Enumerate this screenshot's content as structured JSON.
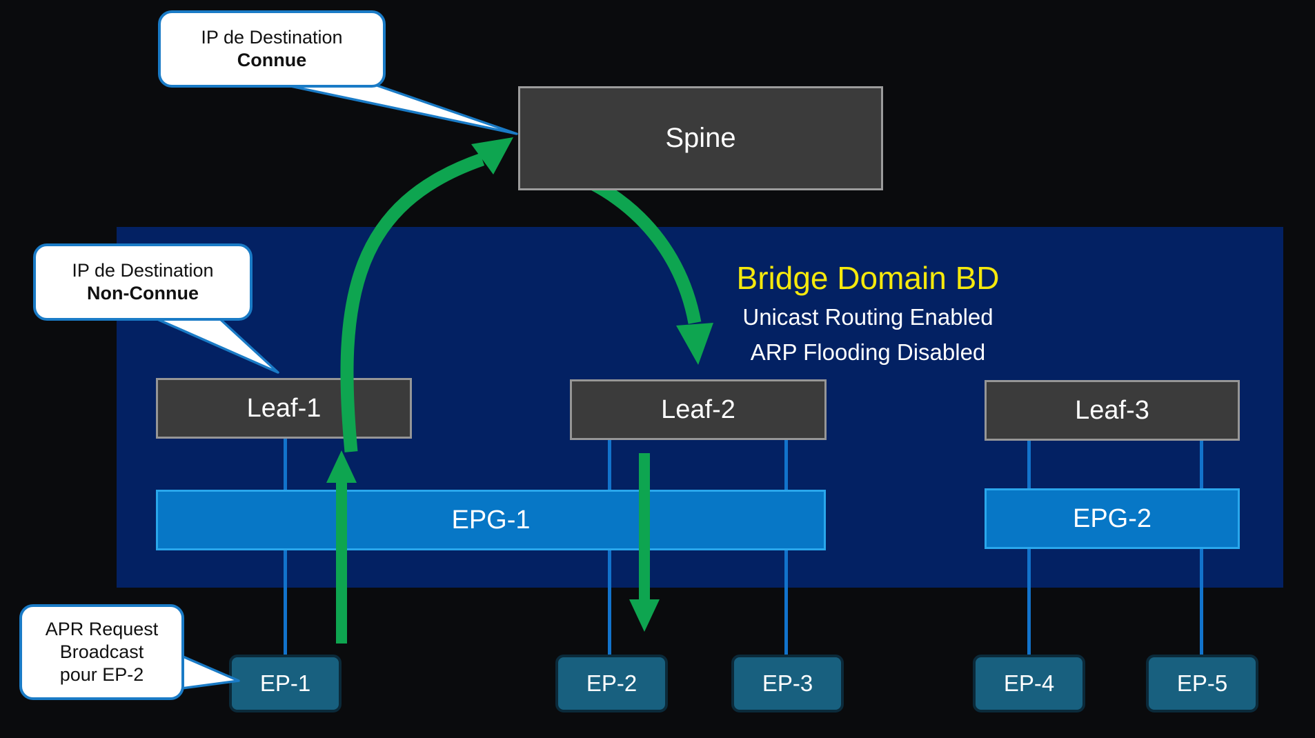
{
  "spine": {
    "label": "Spine"
  },
  "bridge_domain": {
    "title": "Bridge Domain BD",
    "subtitle1": "Unicast Routing Enabled",
    "subtitle2": "ARP Flooding Disabled"
  },
  "leaves": [
    {
      "label": "Leaf-1"
    },
    {
      "label": "Leaf-2"
    },
    {
      "label": "Leaf-3"
    }
  ],
  "epgs": [
    {
      "label": "EPG-1"
    },
    {
      "label": "EPG-2"
    }
  ],
  "endpoints": [
    {
      "label": "EP-1"
    },
    {
      "label": "EP-2"
    },
    {
      "label": "EP-3"
    },
    {
      "label": "EP-4"
    },
    {
      "label": "EP-5"
    }
  ],
  "callouts": {
    "connue": {
      "line1": "IP de Destination",
      "line2": "Connue"
    },
    "non_connue": {
      "line1": "IP de Destination",
      "line2": "Non-Connue"
    },
    "arp_request": {
      "line1": "APR Request",
      "line2": "Broadcast",
      "line3": "pour EP-2"
    }
  },
  "colors": {
    "background": "#0a0b0d",
    "bridge_domain_bg": "#032163",
    "node_fill": "#3b3b3b",
    "node_border": "#969696",
    "epg_fill": "#0777c6",
    "epg_border": "#2aa7ec",
    "ep_fill": "#18607f",
    "ep_border": "#0b2a3a",
    "connector_blue": "#1273cb",
    "green_arrow": "#0ea550",
    "title_yellow": "#f6e90c",
    "callout_border": "#1a7bc6"
  }
}
